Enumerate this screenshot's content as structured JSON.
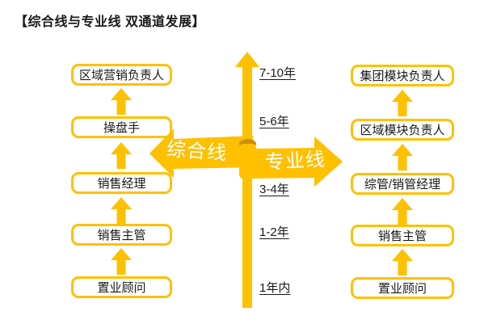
{
  "title": "【综合线与专业线 双通道发展】",
  "colors": {
    "gold": "#FFC000",
    "gold_dark": "#C89200",
    "text": "#1a1a1a",
    "ribbon_text": "#FFFFFF",
    "background": "#FFFFFF"
  },
  "left_track": {
    "channel_label": "综合线",
    "levels": [
      "区域营销负责人",
      "操盘手",
      "销售经理",
      "销售主管",
      "置业顾问"
    ]
  },
  "right_track": {
    "channel_label": "专业线",
    "levels": [
      "集团模块负责人",
      "区域模块负责人",
      "综管/销管经理",
      "销售主管",
      "置业顾问"
    ]
  },
  "timeline": {
    "labels": [
      "7-10年",
      "5-6年",
      "3-4年",
      "1-2年",
      "1年内"
    ]
  }
}
